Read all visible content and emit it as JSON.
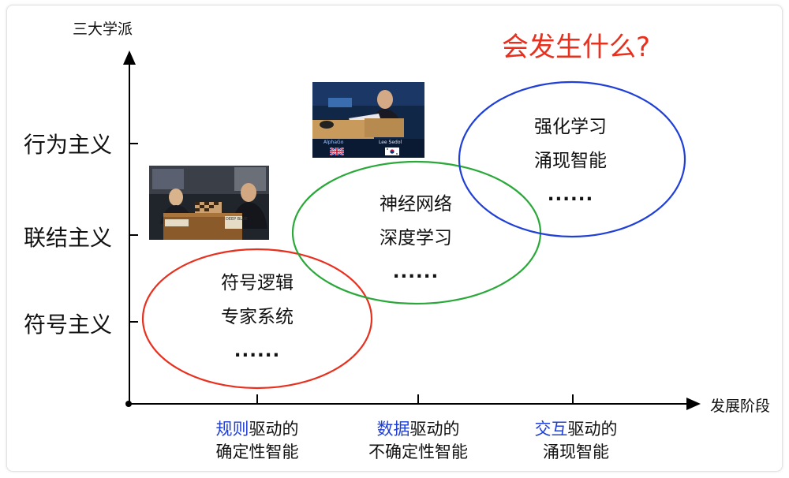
{
  "y_axis_title": "三大学派",
  "x_axis_title": "发展阶段",
  "headline": {
    "text": "会发生什么?",
    "color": "#e8301e"
  },
  "y_categories": [
    "行为主义",
    "联结主义",
    "符号主义"
  ],
  "ellipses": [
    {
      "lines": [
        "符号逻辑",
        "专家系统",
        "......"
      ],
      "color": "#e8301e"
    },
    {
      "lines": [
        "神经网络",
        "深度学习",
        "......"
      ],
      "color": "#2aa83a"
    },
    {
      "lines": [
        "强化学习",
        "涌现智能",
        "......"
      ],
      "color": "#1f3fd6"
    }
  ],
  "x_stages": [
    {
      "highlight": "规则",
      "rest": "驱动的",
      "line2": "确定性智能"
    },
    {
      "highlight": "数据",
      "rest": "驱动的",
      "line2": "不确定性智能"
    },
    {
      "highlight": "交互",
      "rest": "驱动的",
      "line2": "涌现智能"
    }
  ],
  "highlight_color": "#1f3fd6",
  "photo_deepblue": {
    "caption": "DEEP BLUE",
    "icons": [
      "chessboard-icon",
      "people-icon"
    ]
  },
  "photo_alphago": {
    "left_tag": "AlphaGo",
    "right_tag": "Lee Sedol",
    "icons": [
      "uk-flag-icon",
      "korea-flag-icon"
    ]
  }
}
